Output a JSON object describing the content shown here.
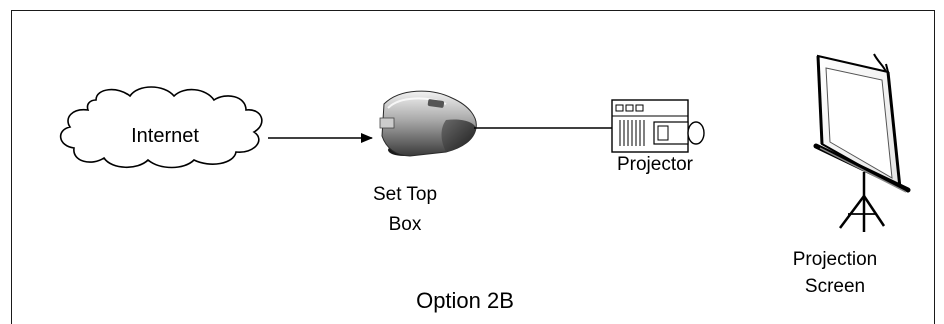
{
  "diagram": {
    "nodes": {
      "internet": {
        "label": "Internet",
        "icon": "cloud-icon"
      },
      "set_top_box": {
        "label_line1": "Set Top",
        "label_line2": "Box",
        "icon": "set-top-box-icon"
      },
      "projector": {
        "label": "Projector",
        "icon": "projector-icon"
      },
      "projection_screen": {
        "label_line1": "Projection",
        "label_line2": "Screen",
        "icon": "projection-screen-icon"
      }
    },
    "edges": [
      {
        "from": "internet",
        "to": "set_top_box",
        "style": "arrow"
      },
      {
        "from": "set_top_box",
        "to": "projector",
        "style": "line"
      }
    ],
    "caption": "Option 2B"
  },
  "colors": {
    "line": "#000000",
    "frame": "#1a1a1a",
    "background": "#ffffff"
  }
}
